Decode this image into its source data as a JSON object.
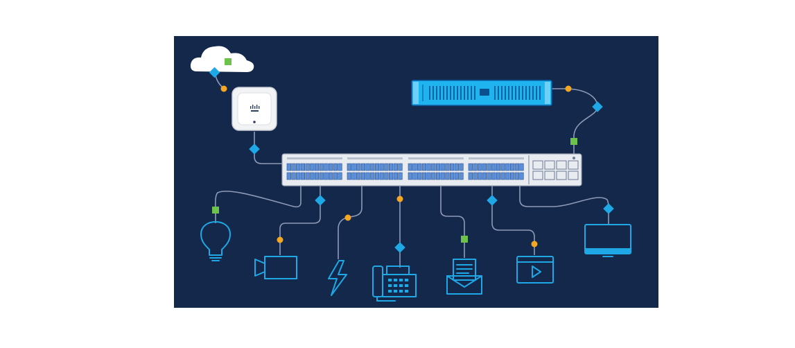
{
  "colors": {
    "background": "#ffffff",
    "panel": "#14284b",
    "device_blue": "#1ea8e6",
    "connector_blue": "#1ea8e6",
    "connector_orange": "#f5a623",
    "connector_green": "#6cc24a",
    "switch_body": "#e8ebf0",
    "wire": "#8e9bb8"
  },
  "nodes": [
    {
      "id": "cloud",
      "icon": "cloud-icon"
    },
    {
      "id": "access-point",
      "icon": "wireless-access-point-icon"
    },
    {
      "id": "server",
      "icon": "rack-server-icon"
    },
    {
      "id": "switch",
      "icon": "network-switch-icon"
    },
    {
      "id": "light",
      "icon": "light-bulb-icon"
    },
    {
      "id": "camera",
      "icon": "video-camera-icon"
    },
    {
      "id": "power",
      "icon": "lightning-bolt-icon"
    },
    {
      "id": "phone",
      "icon": "desk-phone-icon"
    },
    {
      "id": "email",
      "icon": "envelope-icon"
    },
    {
      "id": "video",
      "icon": "video-player-icon"
    },
    {
      "id": "monitor",
      "icon": "monitor-icon"
    }
  ],
  "edges": [
    {
      "from": "cloud",
      "to": "access-point",
      "connectors": [
        "green-square",
        "blue-diamond",
        "orange-dot"
      ]
    },
    {
      "from": "access-point",
      "to": "switch",
      "connectors": [
        "blue-diamond"
      ]
    },
    {
      "from": "server",
      "to": "switch",
      "connectors": [
        "orange-dot",
        "blue-diamond",
        "green-square"
      ]
    },
    {
      "from": "switch",
      "to": "light",
      "connectors": [
        "green-square"
      ]
    },
    {
      "from": "switch",
      "to": "camera",
      "connectors": [
        "blue-diamond",
        "orange-dot"
      ]
    },
    {
      "from": "switch",
      "to": "power",
      "connectors": [
        "orange-dot"
      ]
    },
    {
      "from": "switch",
      "to": "phone",
      "connectors": [
        "orange-dot",
        "blue-diamond"
      ]
    },
    {
      "from": "switch",
      "to": "email",
      "connectors": [
        "green-square"
      ]
    },
    {
      "from": "switch",
      "to": "video",
      "connectors": [
        "blue-diamond",
        "orange-dot"
      ]
    },
    {
      "from": "switch",
      "to": "monitor",
      "connectors": [
        "blue-diamond"
      ]
    }
  ]
}
